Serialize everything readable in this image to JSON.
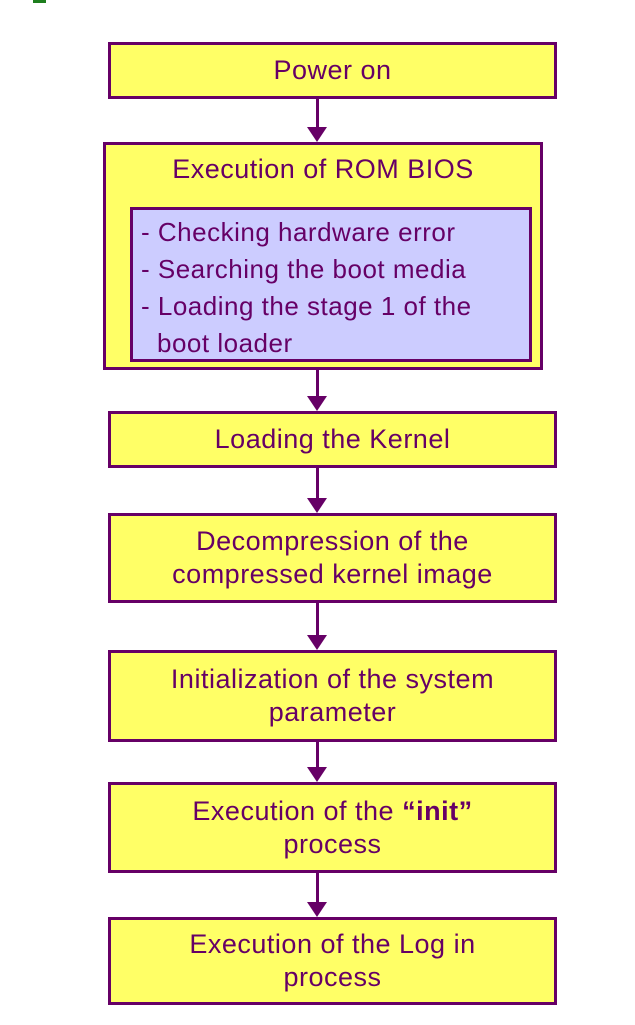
{
  "colors": {
    "box_fill": "#FFFF66",
    "line": "#660066",
    "inner_fill": "#CCCCFF",
    "green_mark": "#1E7E1E",
    "page_bg": "#FFFFFF"
  },
  "flowchart": {
    "steps": {
      "power_on": {
        "label": "Power on"
      },
      "rom_bios": {
        "title": "Execution of ROM BIOS",
        "details": [
          "- Checking hardware error",
          "- Searching the boot media",
          "- Loading the stage 1 of the",
          "boot loader"
        ]
      },
      "loading_kernel": {
        "label": "Loading the Kernel"
      },
      "decompression": {
        "lines": [
          "Decompression of the",
          "compressed kernel image"
        ]
      },
      "initialization": {
        "lines": [
          "Initialization of the system",
          "parameter"
        ]
      },
      "init_process": {
        "line1_text": "Execution of the",
        "line1_bold": "“init”",
        "line2": "process"
      },
      "login_process": {
        "lines": [
          "Execution of the Log in",
          "process"
        ]
      }
    }
  }
}
